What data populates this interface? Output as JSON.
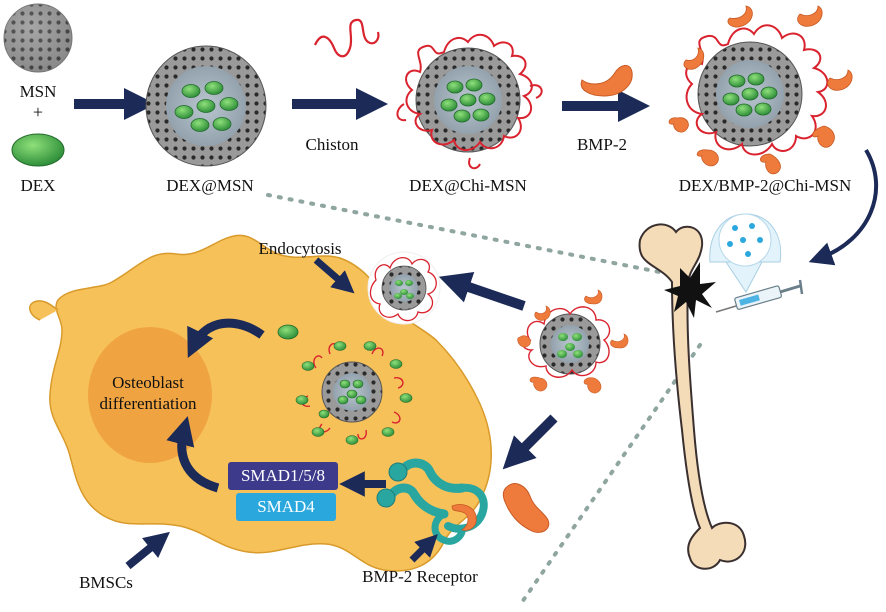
{
  "labels": {
    "msn": "MSN",
    "plus": "+",
    "dex": "DEX",
    "dex_msn": "DEX@MSN",
    "chiston": "Chiston",
    "dex_chi_msn": "DEX@Chi-MSN",
    "bmp2": "BMP-2",
    "dex_bmp2_chi_msn": "DEX/BMP-2@Chi-MSN",
    "endocytosis": "Endocytosis",
    "osteoblast_differentiation": "Osteoblast differentiation",
    "smad158": "SMAD1/5/8",
    "smad4": "SMAD4",
    "bmscs": "BMSCs",
    "bmp2_receptor": "BMP-2 Receptor"
  },
  "colors": {
    "arrow": "#1b2a57",
    "chitosan": "#d9232e",
    "bmp2": "#ee7a3c",
    "dex": "#3aa64b",
    "cell": "#f7c15a",
    "nucleus": "#ee9a3a",
    "smad158": "#3d3a8c",
    "smad4": "#2aa8de",
    "bone": "#f5dcb8",
    "receptor": "#2aa6a0"
  }
}
